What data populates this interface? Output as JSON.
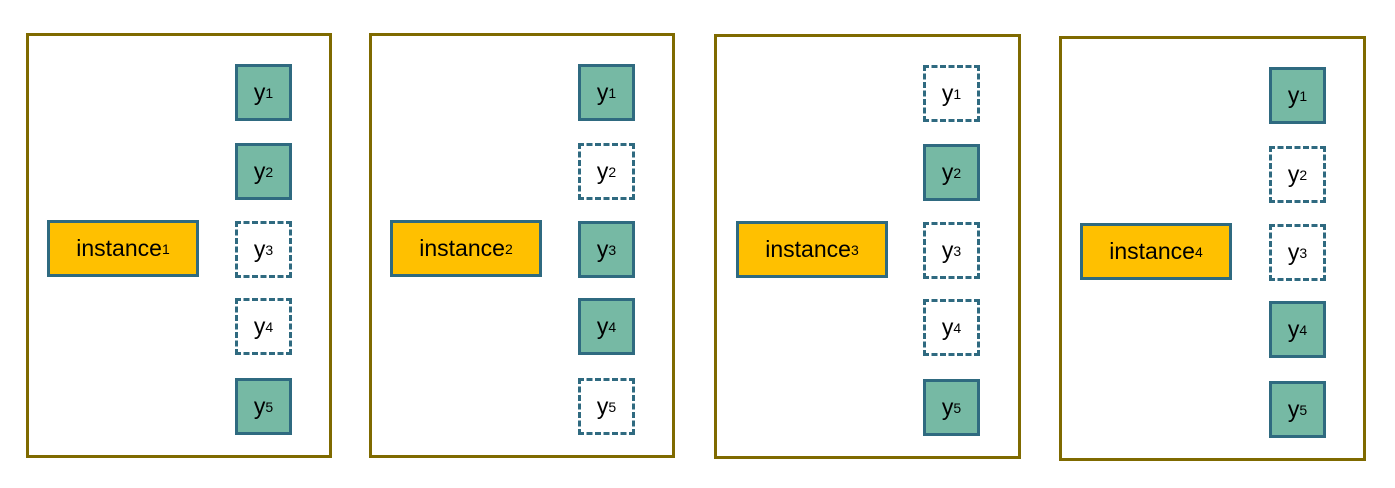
{
  "colors": {
    "panel_border": "#7f6a00",
    "instance_fill": "#ffc000",
    "box_border": "#2f6a80",
    "relevant_fill": "#76b9a4",
    "irrelevant_fill": "#ffffff"
  },
  "panels": [
    {
      "instance_text": "instance",
      "instance_sub": "1",
      "labels": [
        {
          "text": "y",
          "sub": "1",
          "relevant": true
        },
        {
          "text": "y",
          "sub": "2",
          "relevant": true
        },
        {
          "text": "y",
          "sub": "3",
          "relevant": false
        },
        {
          "text": "y",
          "sub": "4",
          "relevant": false
        },
        {
          "text": "y",
          "sub": "5",
          "relevant": true
        }
      ]
    },
    {
      "instance_text": "instance",
      "instance_sub": "2",
      "labels": [
        {
          "text": "y",
          "sub": "1",
          "relevant": true
        },
        {
          "text": "y",
          "sub": "2",
          "relevant": false
        },
        {
          "text": "y",
          "sub": "3",
          "relevant": true
        },
        {
          "text": "y",
          "sub": "4",
          "relevant": true
        },
        {
          "text": "y",
          "sub": "5",
          "relevant": false
        }
      ]
    },
    {
      "instance_text": "instance",
      "instance_sub": "3",
      "labels": [
        {
          "text": "y",
          "sub": "1",
          "relevant": false
        },
        {
          "text": "y",
          "sub": "2",
          "relevant": true
        },
        {
          "text": "y",
          "sub": "3",
          "relevant": false
        },
        {
          "text": "y",
          "sub": "4",
          "relevant": false
        },
        {
          "text": "y",
          "sub": "5",
          "relevant": true
        }
      ]
    },
    {
      "instance_text": "instance",
      "instance_sub": "4",
      "labels": [
        {
          "text": "y",
          "sub": "1",
          "relevant": true
        },
        {
          "text": "y",
          "sub": "2",
          "relevant": false
        },
        {
          "text": "y",
          "sub": "3",
          "relevant": false
        },
        {
          "text": "y",
          "sub": "4",
          "relevant": true
        },
        {
          "text": "y",
          "sub": "5",
          "relevant": true
        }
      ]
    }
  ]
}
